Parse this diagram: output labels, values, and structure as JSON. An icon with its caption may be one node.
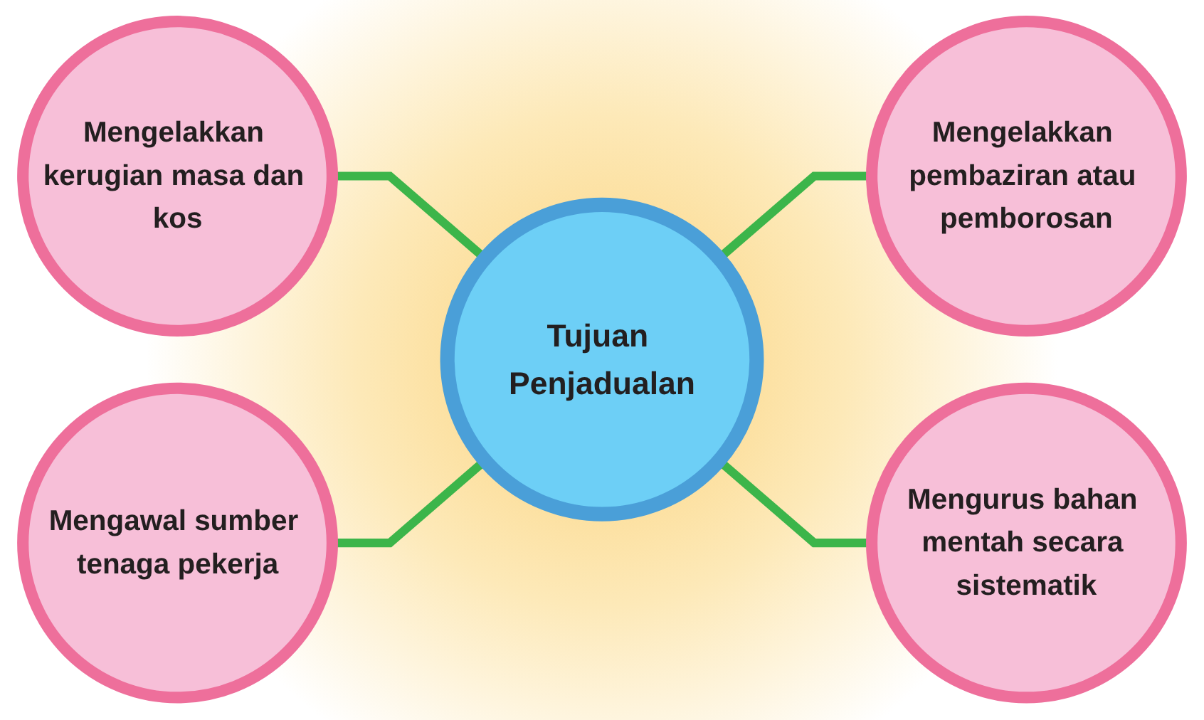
{
  "diagram": {
    "nodes": [
      {
        "text": [
          "Mengelakkan kerugian masa dan kos"
        ]
      },
      {
        "text": [
          "Mengelakkan pembaziran atau pemborosan"
        ]
      },
      {
        "text": [
          "Tujuan Penjadualan"
        ]
      },
      {
        "text": [
          "Mengawal sumber tenaga pekerja"
        ]
      },
      {
        "text": [
          "Mengurus bahan mentah secara sistematik"
        ]
      }
    ],
    "edges": [
      {
        "from": 0,
        "to": 2,
        "arrow": "none"
      },
      {
        "from": 2,
        "to": 1,
        "arrow": "none"
      },
      {
        "from": 3,
        "to": 2,
        "arrow": "none"
      },
      {
        "from": 2,
        "to": 4,
        "arrow": "none"
      }
    ]
  }
}
